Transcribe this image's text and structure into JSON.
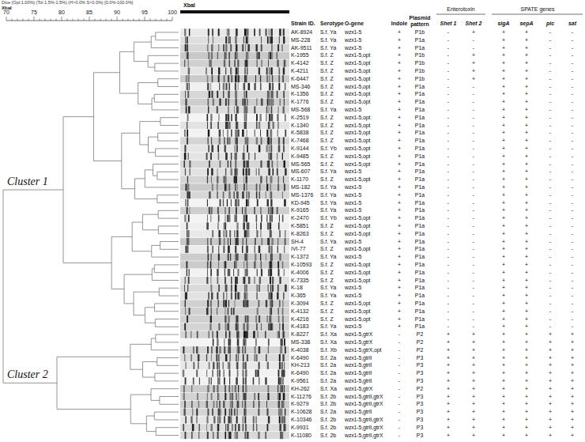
{
  "diagram": {
    "labels": [
      "Dice (Opt:1.00%) (Tol 1.5%-1.5%) (H>0.0% S>0.0%) [0.0%-100.0%]",
      "XbaI",
      "70",
      "75",
      "80",
      "85",
      "90",
      "95",
      "100",
      "XbaI",
      "Enterotoxin",
      "SPATE genes",
      "Strain ID.",
      "Serotype",
      "O-gene",
      "Indole",
      "Plasmid pattern",
      "Shet 1",
      "Shet 2",
      "sigA",
      "sepA",
      "pic",
      "sat",
      "AK-8924",
      "S.f. Ya",
      "wzx1-5",
      "+",
      "P1b",
      "-",
      "+",
      "+",
      "+",
      "-",
      "-",
      "MS-228",
      "S.f. Ya",
      "wzx1-5",
      "+",
      "P1a",
      "-",
      "-",
      "+",
      "+",
      "-",
      "-",
      "AK-9511",
      "S.f. Ya",
      "wzx1-5",
      "+",
      "P1a",
      "-",
      "-",
      "+",
      "+",
      "-",
      "-",
      "K-1955",
      "S.f. Z",
      "wzx1-5,opt",
      "+",
      "P1b",
      "-",
      "+",
      "+",
      "+",
      "-",
      "-",
      "K-4142",
      "S.f. Z",
      "wzx1-5,opt",
      "+",
      "P1b",
      "-",
      "+",
      "+",
      "+",
      "-",
      "-",
      "K-4211",
      "S.f. Z",
      "wzx1-5,opt",
      "+",
      "P1b",
      "-",
      "+",
      "+",
      "+",
      "-",
      "-",
      "K-6447",
      "S.f. Z",
      "wzx1-5,opt",
      "+",
      "P1b",
      "-",
      "+",
      "+",
      "+",
      "-",
      "-",
      "MS-346",
      "S.f. Z",
      "wzx1-5,opt",
      "+",
      "P1a",
      "-",
      "-",
      "+",
      "+",
      "-",
      "-",
      "K-1356",
      "S.f. Z",
      "wzx1-5,opt",
      "+",
      "P1a",
      "-",
      "-",
      "+",
      "+",
      "-",
      "-",
      "K-1776",
      "S.f. Z",
      "wzx1-5,opt",
      "+",
      "P1a",
      "-",
      "-",
      "+",
      "+",
      "-",
      "-",
      "MS-568",
      "S.f. Ya",
      "wzx1-5",
      "+",
      "P1a",
      "-",
      "-",
      "+",
      "+",
      "-",
      "-",
      "K-2519",
      "S.f. Z",
      "wzx1-5,opt",
      "+",
      "P1a",
      "-",
      "-",
      "+",
      "+",
      "-",
      "-",
      "K-1340",
      "S.f. Z",
      "wzx1-5,opt",
      "+",
      "P1a",
      "-",
      "-",
      "+",
      "+",
      "-",
      "-",
      "K-5838",
      "S.f. Z",
      "wzx1-5,opt",
      "+",
      "P1a",
      "-",
      "-",
      "+",
      "+",
      "-",
      "-",
      "K-7468",
      "S.f. Z",
      "wzx1-5,opt",
      "+",
      "P1a",
      "-",
      "-",
      "+",
      "+",
      "-",
      "-",
      "K-9144",
      "S.f. Yb",
      "wzx1-5,opt",
      "+",
      "P1a",
      "-",
      "-",
      "+",
      "+",
      "-",
      "-",
      "K-9485",
      "S.f. Z",
      "wzx1-5,opt",
      "+",
      "P1a",
      "-",
      "-",
      "+",
      "+",
      "-",
      "-",
      "MS-565",
      "S.f. Z",
      "wzx1-5,opt",
      "+",
      "P1a",
      "-",
      "-",
      "+",
      "+",
      "-",
      "-",
      "MS-607",
      "S.f. Ya",
      "wzx1-5",
      "+",
      "P1a",
      "-",
      "-",
      "+",
      "+",
      "-",
      "-",
      "K-1170",
      "S.f. Z",
      "wzx1-5,opt",
      "+",
      "P1a",
      "-",
      "-",
      "+",
      "+",
      "-",
      "-",
      "MS-182",
      "S.f. Ya",
      "wzx1-5",
      "+",
      "P1a",
      "-",
      "-",
      "+",
      "+",
      "-",
      "-",
      "MS-1376",
      "S.f. Ya",
      "wzx1-5",
      "+",
      "P1a",
      "-",
      "-",
      "+",
      "+",
      "-",
      "-",
      "KD-945",
      "S.f. Ya",
      "wzx1-5",
      "+",
      "P1a",
      "-",
      "-",
      "+",
      "+",
      "-",
      "-",
      "K-9165",
      "S.f. Ya",
      "wzx1-5",
      "+",
      "P1a",
      "-",
      "-",
      "+",
      "+",
      "-",
      "-",
      "K-2470",
      "S.f. Yb",
      "wzx1-5,opt",
      "+",
      "P1a",
      "-",
      "-",
      "+",
      "+",
      "-",
      "-",
      "K-5851",
      "S.f. Z",
      "wzx1-5,opt",
      "+",
      "P1a",
      "-",
      "-",
      "+",
      "+",
      "-",
      "-",
      "K-8263",
      "S.f. Z",
      "wzx1-5,opt",
      "+",
      "P1a",
      "-",
      "-",
      "+",
      "+",
      "-",
      "-",
      "SH-4",
      "S.f. Ya",
      "wzx1-5",
      "+",
      "P1a",
      "-",
      "-",
      "+",
      "+",
      "-",
      "-",
      "IVI-77",
      "S.f. Z",
      "wzx1-5,opt",
      "+",
      "P1a",
      "-",
      "-",
      "+",
      "+",
      "-",
      "-",
      "K-1372",
      "S.f. Ya",
      "wzx1-5",
      "+",
      "P1a",
      "-",
      "-",
      "+",
      "+",
      "-",
      "-",
      "K-10593",
      "S.f. Z",
      "wzx1-5,opt",
      "+",
      "P1a",
      "-",
      "-",
      "+",
      "+",
      "-",
      "-",
      "K-4006",
      "S.f. Z",
      "wzx1-5,opt",
      "+",
      "P1a",
      "-",
      "-",
      "+",
      "+",
      "-",
      "-",
      "K-7335",
      "S.f. Z",
      "wzx1-5,opt",
      "+",
      "P1a",
      "-",
      "-",
      "+",
      "+",
      "-",
      "-",
      "K-18",
      "S.f. Ya",
      "wzx1-5",
      "+",
      "P1a",
      "-",
      "-",
      "+",
      "+",
      "-",
      "-",
      "K-365",
      "S.f. Ya",
      "wzx1-5",
      "+",
      "P1a",
      "-",
      "-",
      "+",
      "+",
      "-",
      "-",
      "K-3094",
      "S.f. Z",
      "wzx1-5,opt",
      "+",
      "P1a",
      "-",
      "-",
      "+",
      "+",
      "-",
      "-",
      "K-4132",
      "S.f. Z",
      "wzx1-5,opt",
      "+",
      "P1a",
      "-",
      "-",
      "+",
      "+",
      "-",
      "-",
      "K-4216",
      "S.f. Z",
      "wzx1-5,opt",
      "+",
      "P1a",
      "-",
      "-",
      "+",
      "+",
      "-",
      "-",
      "K-4183",
      "S.f. Ya",
      "wzx1-5",
      "+",
      "P1a",
      "-",
      "-",
      "+",
      "+",
      "-",
      "-",
      "K-8227",
      "S.f. Xa",
      "wzx1-5,gtrX",
      "-",
      "P2",
      "+",
      "+",
      "+",
      "+",
      "+",
      "+",
      "MS-338",
      "S.f. Xa",
      "wzx1-5,gtrX",
      "-",
      "P2",
      "+",
      "+",
      "+",
      "+",
      "+",
      "+",
      "K-4038",
      "S.f. Xb",
      "wzx1-5,gtrX,opt",
      "-",
      "P2",
      "+",
      "+",
      "+",
      "+",
      "+",
      "+",
      "K-6490",
      "S.f. 2a",
      "wzx1-5,gtrII",
      "-",
      "P3",
      "+",
      "+",
      "+",
      "+",
      "+",
      "+",
      "KH-213",
      "S.f. 2a",
      "wzx1-5,gtrII",
      "-",
      "P3",
      "+",
      "+",
      "+",
      "+",
      "+",
      "+",
      "K-6490",
      "S.f. 2a",
      "wzx1-5,gtrII",
      "-",
      "P3",
      "+",
      "+",
      "+",
      "+",
      "+",
      "+",
      "K-9561",
      "S.f. 2a",
      "wzx1-5,gtrII",
      "-",
      "P3",
      "+",
      "+",
      "+",
      "+",
      "+",
      "+",
      "KH-262",
      "S.f. Xa",
      "wzx1-5,gtrX",
      "-",
      "P2",
      "+",
      "+",
      "+",
      "+",
      "+",
      "+",
      "K-11276",
      "S.f. 2b",
      "wzx1-5,gtrII,gtrX",
      "-",
      "P3",
      "+",
      "+",
      "+",
      "+",
      "+",
      "+",
      "K-9279",
      "S.f. 2b",
      "wzx1-5,gtrII,gtrX",
      "-",
      "P3",
      "+",
      "+",
      "+",
      "+",
      "+",
      "+",
      "K-10628",
      "S.f. 2a",
      "wzx1-5,gtrII",
      "-",
      "P3",
      "+",
      "+",
      "+",
      "+",
      "+",
      "+",
      "K-10346",
      "S.f. 2b",
      "wzx1-5,gtrII,gtrX",
      "-",
      "P3",
      "+",
      "+",
      "+",
      "+",
      "+",
      "+",
      "K-9931",
      "S.f. 2b",
      "wzx1-5,gtrII,gtrX",
      "-",
      "P3",
      "+",
      "+",
      "+",
      "+",
      "+",
      "+",
      "K-11080",
      "S.f. 2b",
      "wzx1-5,gtrII,gtrX",
      "-",
      "P3",
      "+",
      "+",
      "+",
      "+",
      "+",
      "+",
      "Cluster 1",
      "Cluster 2"
    ]
  }
}
